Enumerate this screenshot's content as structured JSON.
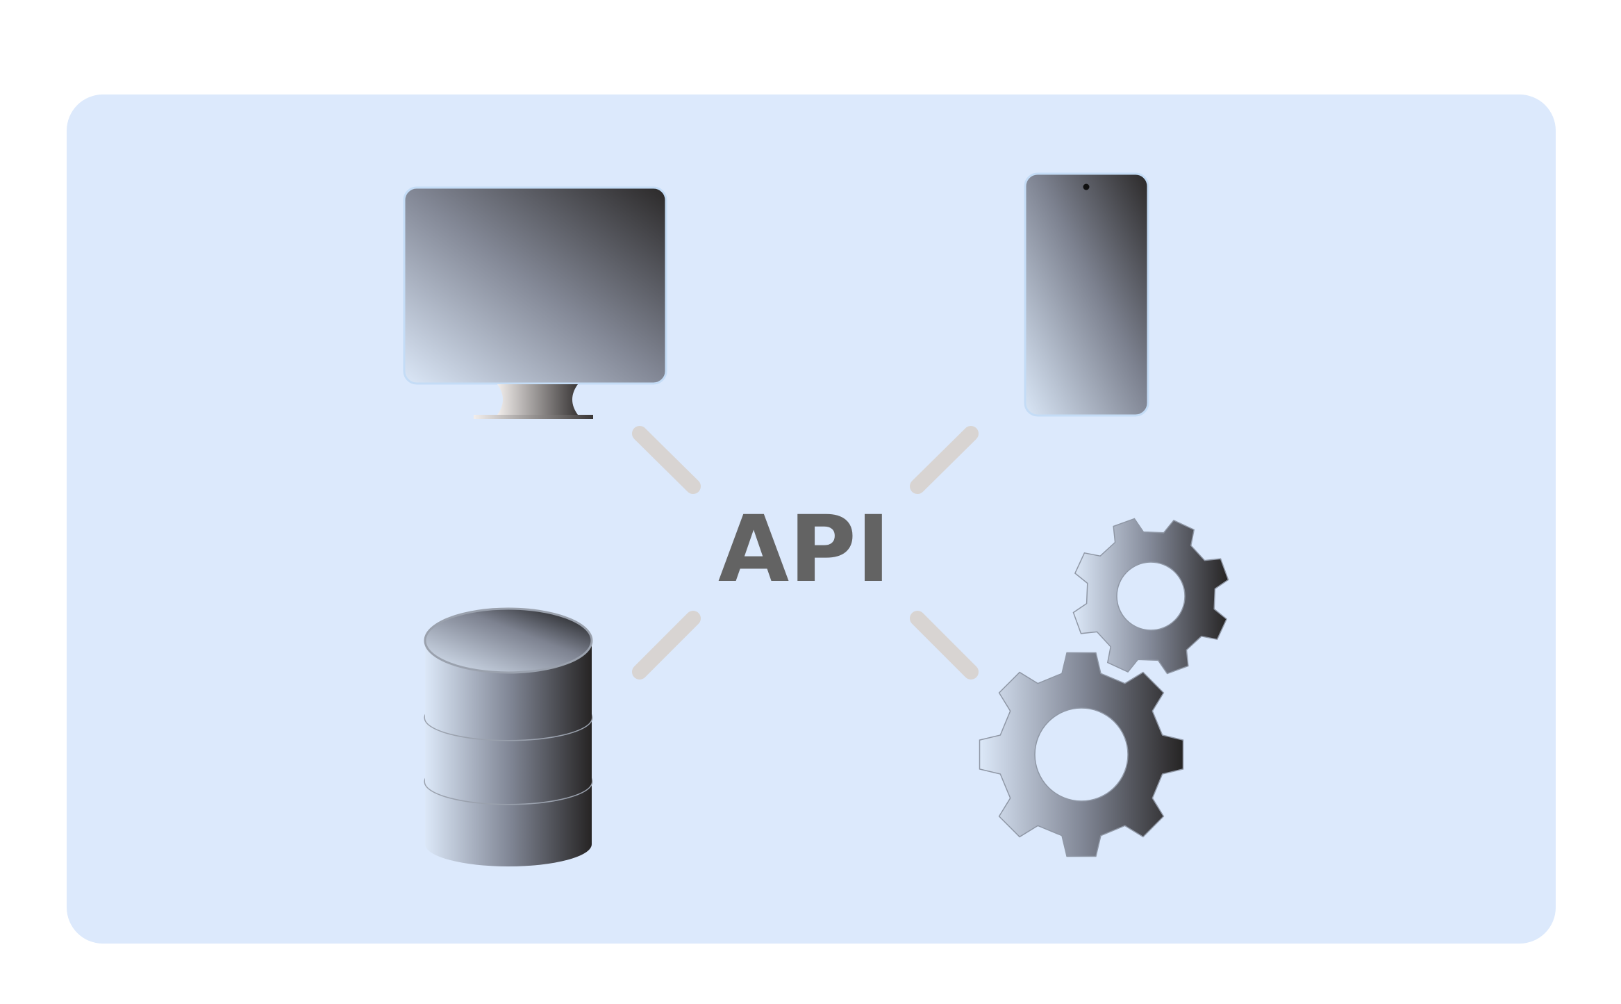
{
  "center": {
    "label": "API"
  },
  "nodes": [
    {
      "name": "desktop",
      "icon": "monitor-icon"
    },
    {
      "name": "mobile",
      "icon": "smartphone-icon"
    },
    {
      "name": "database",
      "icon": "database-icon"
    },
    {
      "name": "services",
      "icon": "gears-icon"
    }
  ],
  "colors": {
    "panel": "#dce9fc",
    "connector": "#d8d4d2",
    "label": "#636363",
    "icon_light": "#dbe7f7",
    "icon_dark": "#2a2828",
    "outline": "#c4dcf6"
  }
}
